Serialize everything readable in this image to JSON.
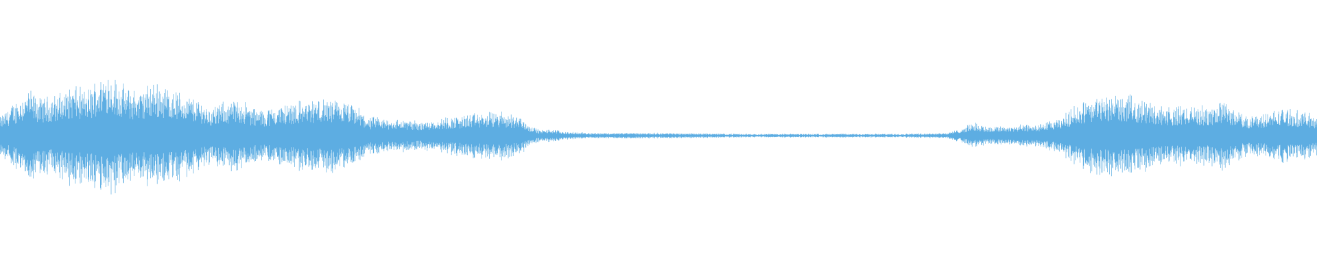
{
  "waveform": {
    "color": "#5DADE2",
    "background": "#FFFFFF",
    "envelope_segments": [
      {
        "start": 0.0,
        "end": 0.272,
        "amplitude": 0.55,
        "activity": "loud"
      },
      {
        "start": 0.272,
        "end": 0.4,
        "amplitude": 0.22,
        "activity": "moderate"
      },
      {
        "start": 0.4,
        "end": 0.73,
        "amplitude": 0.02,
        "activity": "near-silence"
      },
      {
        "start": 0.73,
        "end": 0.81,
        "amplitude": 0.12,
        "activity": "moderate"
      },
      {
        "start": 0.81,
        "end": 1.0,
        "amplitude": 0.48,
        "activity": "loud"
      }
    ]
  }
}
